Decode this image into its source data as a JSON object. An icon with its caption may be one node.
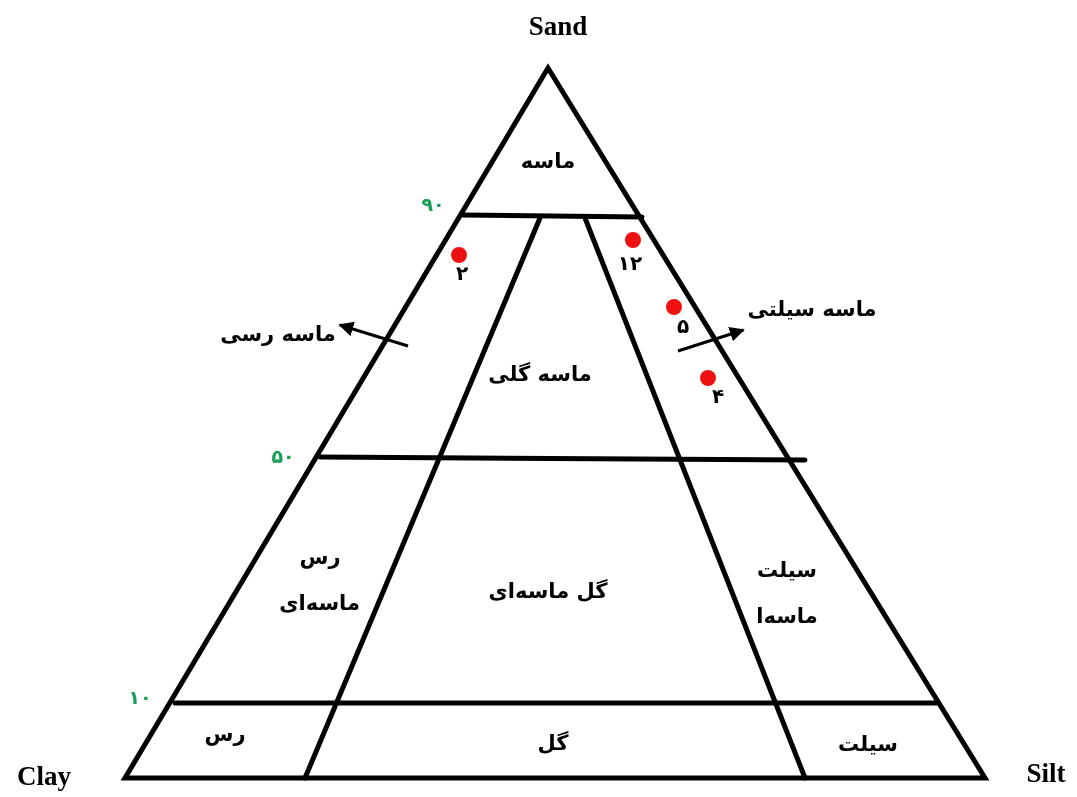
{
  "diagram": {
    "nodes": [
      {
        "text": [
          "ماسه رسی"
        ]
      },
      {
        "text": [
          "ماسه سیلتی"
        ]
      }
    ],
    "edges": [
      {
        "from": null,
        "to": 0,
        "arrow": "to"
      },
      {
        "from": null,
        "to": 1,
        "arrow": "to"
      }
    ],
    "labels": [
      "Sand",
      "ماسه",
      "۹۰",
      "۱۲",
      "۲",
      "۵",
      "ماسه گلی",
      "۴",
      "۵۰",
      "رس ماسه‌ای",
      "گل ماسه‌ای",
      "سیلت ماسه‌ا",
      "۱۰",
      "رس",
      "گل",
      "سیلت",
      "Clay",
      "Silt"
    ]
  }
}
